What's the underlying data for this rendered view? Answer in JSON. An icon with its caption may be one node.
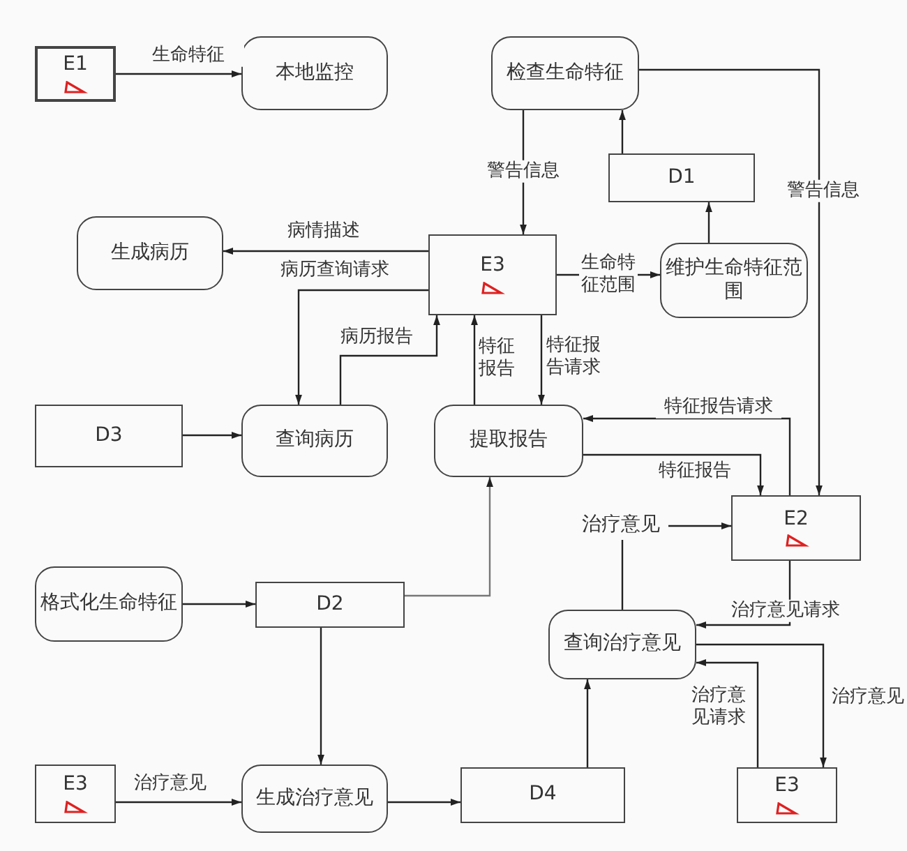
{
  "diagram": {
    "nodes": [
      {
        "text": [
          "E1"
        ]
      },
      {
        "text": [
          "本地监控"
        ]
      },
      {
        "text": [
          "检查生命特征"
        ]
      },
      {
        "text": [
          "D1"
        ]
      },
      {
        "text": [
          "生成病历"
        ]
      },
      {
        "text": [
          "E3"
        ]
      },
      {
        "text": [
          "维护生命特征范围"
        ]
      },
      {
        "text": [
          "D3"
        ]
      },
      {
        "text": [
          "查询病历"
        ]
      },
      {
        "text": [
          "提取报告"
        ]
      },
      {
        "text": [
          "E2"
        ]
      },
      {
        "text": [
          "格式化生命特征"
        ]
      },
      {
        "text": [
          "D2"
        ]
      },
      {
        "text": [
          "查询治疗意见"
        ]
      },
      {
        "text": [
          "治疗意见"
        ]
      },
      {
        "text": [
          "E3"
        ]
      },
      {
        "text": [
          "生成治疗意见"
        ]
      },
      {
        "text": [
          "D4"
        ]
      },
      {
        "text": [
          "E3"
        ]
      }
    ],
    "edges": [
      {
        "from": 0,
        "to": 1,
        "arrow": "to",
        "label": "生命特征"
      },
      {
        "from": 2,
        "to": 5,
        "arrow": "to",
        "label": "警告信息"
      },
      {
        "from": 2,
        "to": 10,
        "arrow": "to",
        "label": "警告信息"
      },
      {
        "from": 3,
        "to": 2,
        "arrow": "to"
      },
      {
        "from": 6,
        "to": 3,
        "arrow": "to"
      },
      {
        "from": 5,
        "to": 6,
        "arrow": "to",
        "label": "生命特征范围"
      },
      {
        "from": 5,
        "to": 4,
        "arrow": "to",
        "label": "病情描述"
      },
      {
        "from": 5,
        "to": 8,
        "arrow": "to",
        "label": "病历查询请求"
      },
      {
        "from": 8,
        "to": 5,
        "arrow": "to",
        "label": "病历报告"
      },
      {
        "from": 9,
        "to": 5,
        "arrow": "to",
        "label": "特征报告"
      },
      {
        "from": 5,
        "to": 9,
        "arrow": "to",
        "label": "特征报告请求"
      },
      {
        "from": 10,
        "to": 9,
        "arrow": "to",
        "label": "特征报告请求"
      },
      {
        "from": 9,
        "to": 10,
        "arrow": "to",
        "label": "特征报告"
      },
      {
        "from": 7,
        "to": 8,
        "arrow": "to"
      },
      {
        "from": 11,
        "to": 12,
        "arrow": "to"
      },
      {
        "from": 12,
        "to": 9,
        "arrow": "to",
        "color": "#777777"
      },
      {
        "from": 12,
        "to": 16,
        "arrow": "to"
      },
      {
        "from": 15,
        "to": 16,
        "arrow": "to",
        "label": "治疗意见"
      },
      {
        "from": 16,
        "to": 17,
        "arrow": "to"
      },
      {
        "from": 17,
        "to": 13,
        "arrow": "to"
      },
      {
        "from": 13,
        "to": 14,
        "arrow": "none"
      },
      {
        "from": 14,
        "to": 10,
        "arrow": "to"
      },
      {
        "from": 10,
        "to": 13,
        "arrow": "to",
        "label": "治疗意见请求"
      },
      {
        "from": 13,
        "to": 18,
        "arrow": "to",
        "label": "治疗意见"
      },
      {
        "from": 18,
        "to": 13,
        "arrow": "to",
        "label": "治疗意见请求"
      }
    ]
  }
}
